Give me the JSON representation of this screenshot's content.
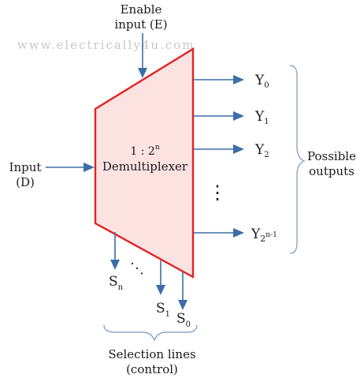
{
  "watermark": "www.electrically4u.com",
  "enable_input": {
    "line1": "Enable",
    "line2": "input (E)"
  },
  "data_input": {
    "line1": "Input",
    "line2": "(D)"
  },
  "block": {
    "ratio_prefix": "1 : 2",
    "ratio_exp": "n",
    "name": "Demultiplexer",
    "fill_color": "#fde2e2",
    "border_color": "#e32222"
  },
  "outputs": [
    {
      "base": "Y",
      "sub": "0"
    },
    {
      "base": "Y",
      "sub": "1"
    },
    {
      "base": "Y",
      "sub": "2"
    },
    {
      "base": "Y",
      "sub": "2",
      "sup": "n-1"
    }
  ],
  "output_dots": "⋮",
  "outputs_label": {
    "line1": "Possible",
    "line2": "outputs"
  },
  "selection_lines": [
    {
      "base": "S",
      "sub": "n"
    },
    {
      "base": "S",
      "sub": "1"
    },
    {
      "base": "S",
      "sub": "0"
    }
  ],
  "selection_dots": "⋱",
  "selection_label": {
    "line1": "Selection lines",
    "line2": "(control)"
  },
  "arrow_color": "#3b6ea8"
}
